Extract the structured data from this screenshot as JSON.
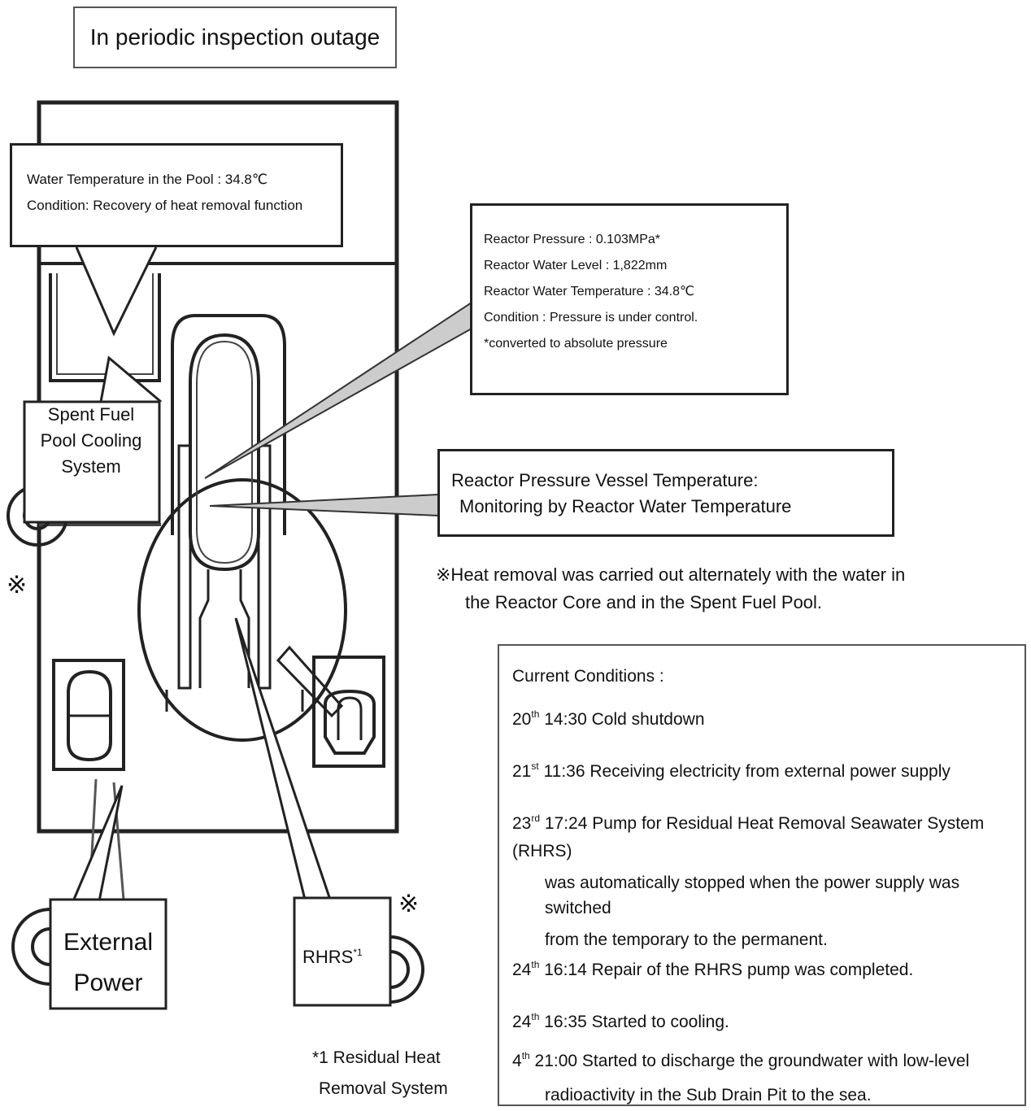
{
  "header": {
    "title": "In periodic inspection outage"
  },
  "pool_callout": {
    "line1": "Water Temperature in the Pool : 34.8℃",
    "line2": "Condition: Recovery of heat removal function"
  },
  "reactor_callout": {
    "line1": "Reactor Pressure : 0.103MPa*",
    "line2": "Reactor Water Level : 1,822mm",
    "line3": "Reactor Water Temperature :   34.8℃",
    "line4": "Condition : Pressure is under control.",
    "line5": "*converted to absolute pressure"
  },
  "vessel_callout": {
    "line1": "Reactor Pressure Vessel Temperature:",
    "line2": "Monitoring by Reactor Water Temperature"
  },
  "heat_note": {
    "line1": "※Heat removal was carried out alternately with the water in",
    "line2": "the Reactor Core and in the Spent Fuel Pool."
  },
  "conditions": {
    "heading": "Current Conditions :",
    "items": [
      {
        "day": "20",
        "suffix": "th",
        "text": " 14:30 Cold shutdown"
      },
      {
        "day": "21",
        "suffix": "st",
        "text": " 11:36 Receiving electricity from external power supply"
      },
      {
        "day": "23",
        "suffix": "rd",
        "text": " 17:24  Pump for Residual Heat Removal Seawater System (RHRS)",
        "cont": [
          "was automatically stopped when the power supply was switched",
          "from the temporary to the permanent."
        ]
      },
      {
        "day": "24",
        "suffix": "th",
        "text": " 16:14 Repair of the RHRS pump was completed."
      },
      {
        "day": "24",
        "suffix": "th",
        "text": " 16:35  Started to cooling."
      },
      {
        "day": "4",
        "suffix": "th",
        "text": "  21:00   Started to discharge the groundwater with low-level",
        "cont": [
          "radioactivity in the Sub Drain Pit to the sea."
        ]
      }
    ]
  },
  "labels": {
    "sfpc_line1": "Spent Fuel",
    "sfpc_line2": "Pool Cooling",
    "sfpc_line3": "System",
    "ext_line1": "External",
    "ext_line2": "Power",
    "rhrs": "RHRS",
    "rhrs_sup": "*1",
    "rhrs_foot_line1": "*1 Residual Heat",
    "rhrs_foot_line2": "Removal System",
    "kome": "※"
  }
}
